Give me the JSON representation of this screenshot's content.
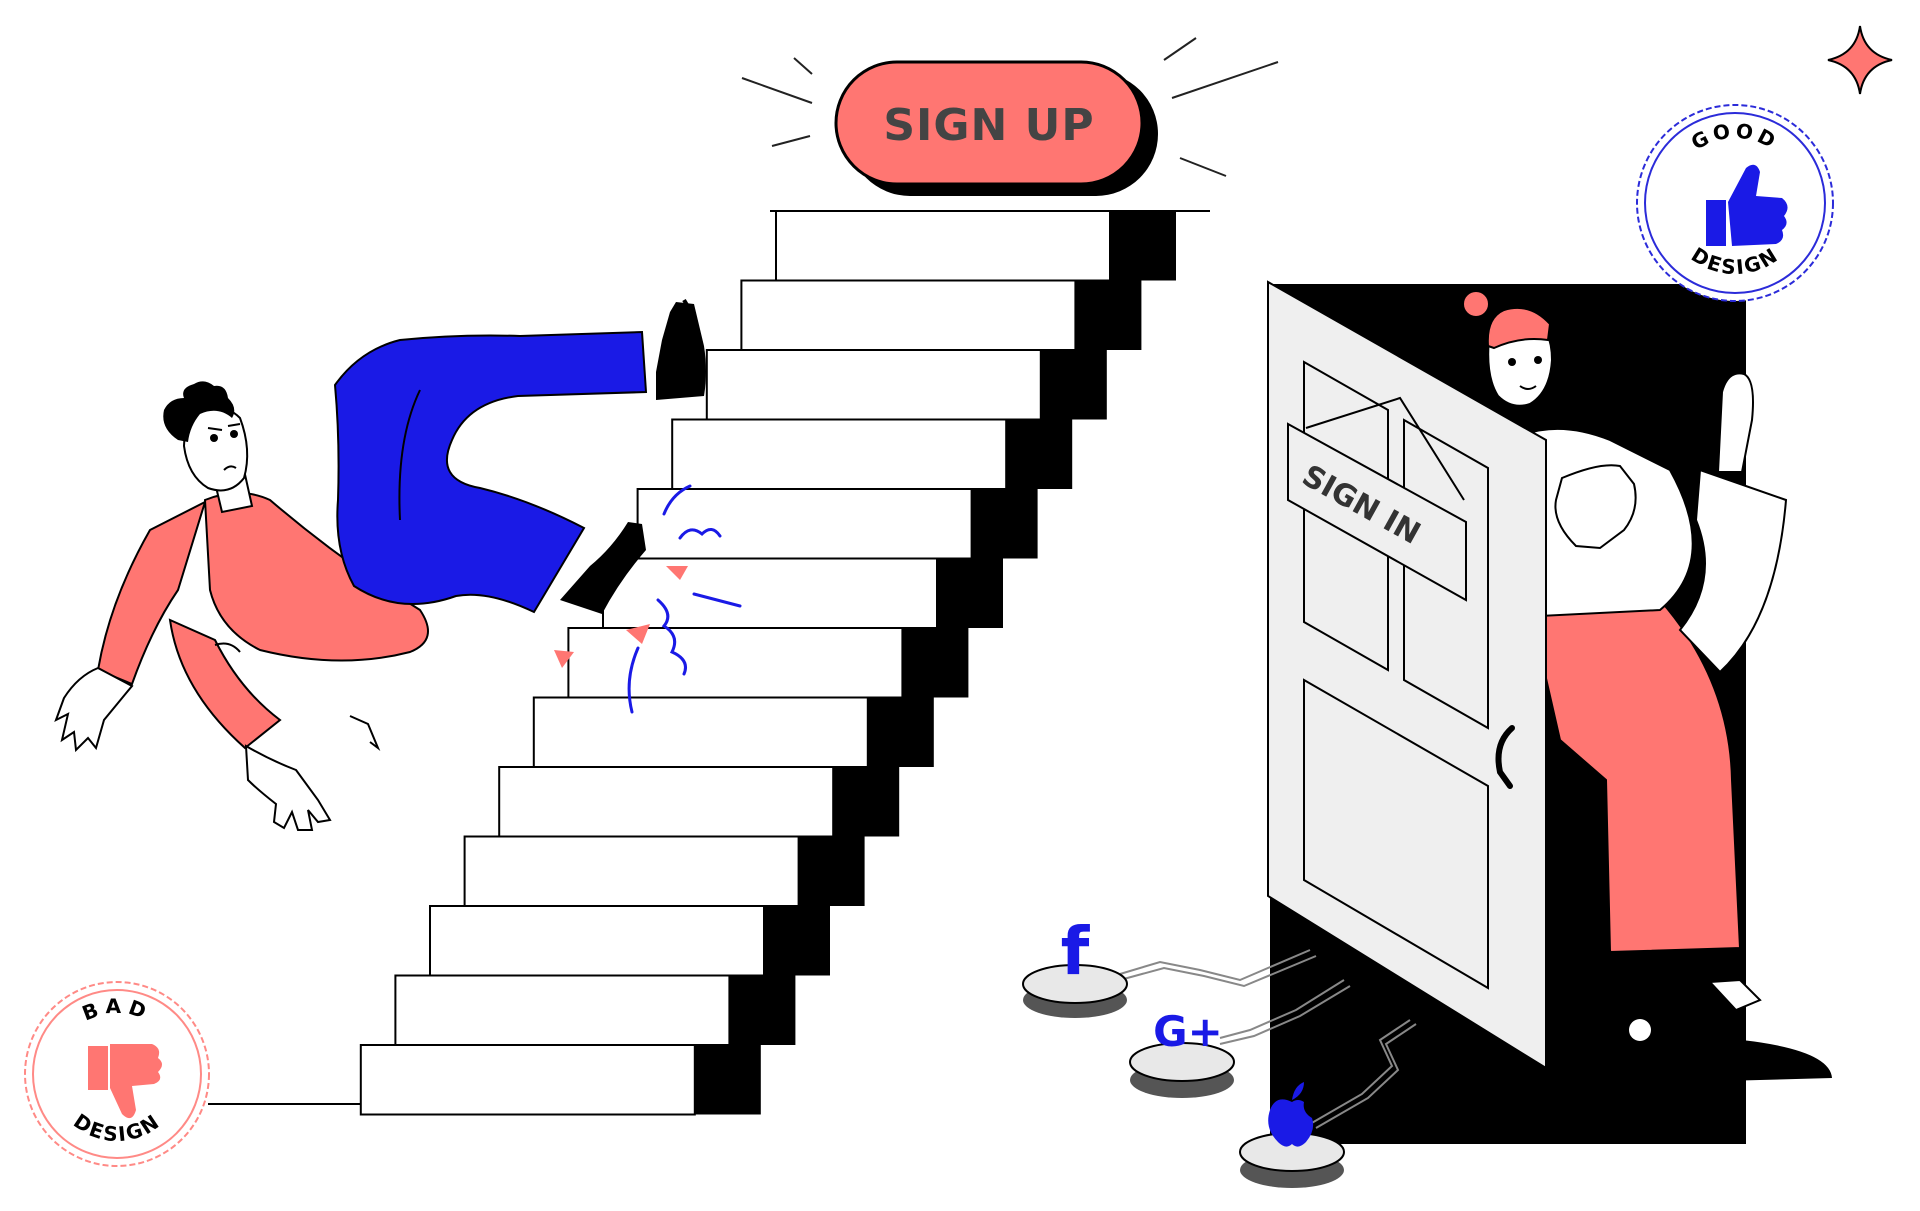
{
  "signup_label": "SIGN UP",
  "signin_label": "SIGN IN",
  "bad_badge": {
    "top": "BAD",
    "bottom": "DESIGN"
  },
  "good_badge": {
    "top": "GOOD",
    "bottom": "DESIGN"
  },
  "social_buttons": [
    {
      "label": "f",
      "icon": "facebook-icon"
    },
    {
      "label": "G+",
      "icon": "google-plus-icon"
    },
    {
      "label": "",
      "icon": "apple-icon"
    }
  ],
  "colors": {
    "coral": "#FF7672",
    "blue": "#1A1AE6",
    "black": "#000000",
    "door_gray": "#EFEFEF",
    "badge_good": "#2B2BD9",
    "badge_bad": "#FF8A86"
  }
}
